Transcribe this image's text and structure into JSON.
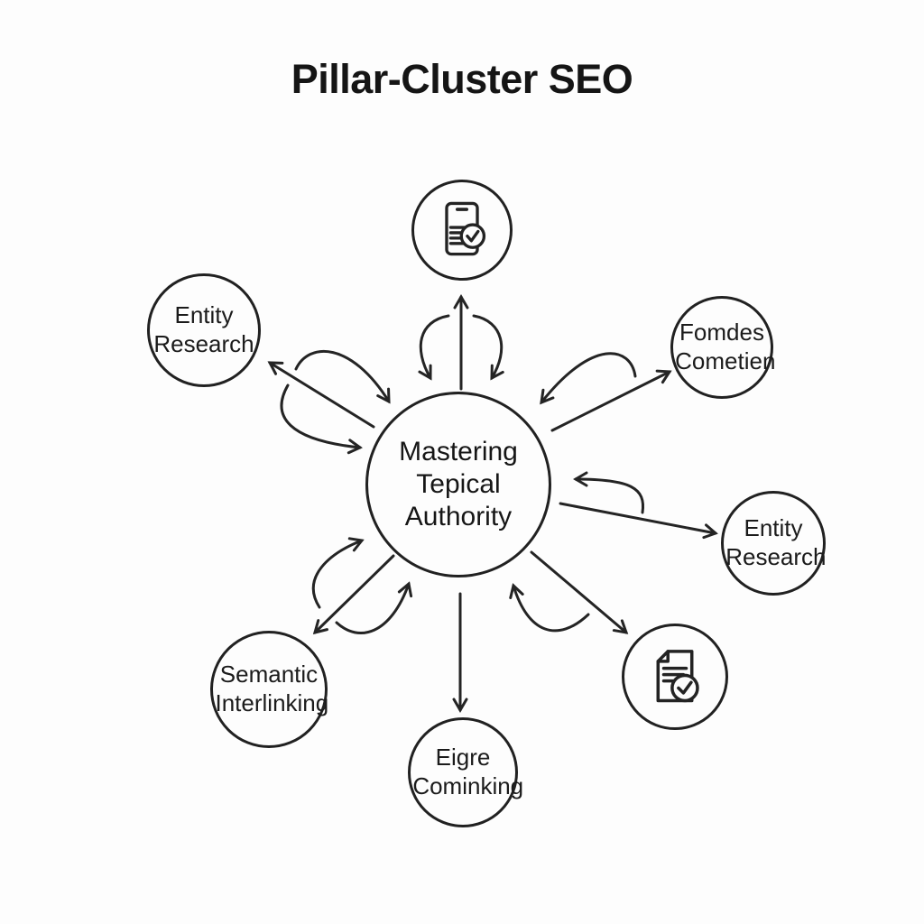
{
  "diagram": {
    "title": "Pillar-Cluster SEO",
    "hub": {
      "label": "Mastering Tepical Authority"
    },
    "satellites": [
      {
        "position": "top",
        "type": "icon",
        "icon": "smartphone-checklist-icon",
        "label": ""
      },
      {
        "position": "top-left",
        "type": "text",
        "label": "Entity Research"
      },
      {
        "position": "top-right",
        "type": "text",
        "label": "Fomdes Cometien"
      },
      {
        "position": "right",
        "type": "text",
        "label": "Entity Research"
      },
      {
        "position": "bottom-right",
        "type": "icon",
        "icon": "document-check-icon",
        "label": ""
      },
      {
        "position": "bottom",
        "type": "text",
        "label": "Eigre Cominking"
      },
      {
        "position": "bottom-left",
        "type": "text",
        "label": "Semantic Interlinking"
      }
    ],
    "colors": {
      "background": "#fdfdfd",
      "stroke": "#242424",
      "text": "#1b1b1b"
    }
  }
}
